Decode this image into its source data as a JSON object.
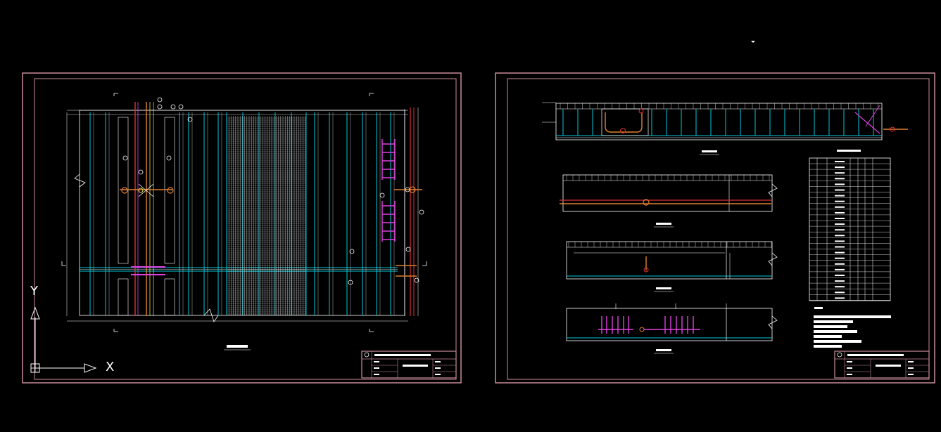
{
  "colors": {
    "background": "#000000",
    "sheet_frame": "#c78c9a",
    "white_line": "#ffffff",
    "cyan_line": "#00c8d8",
    "red_line": "#e03030",
    "magenta_line": "#e040e0",
    "orange_line": "#e08030",
    "yellow_line": "#e0e040"
  },
  "ucs": {
    "x_label": "X",
    "y_label": "Y",
    "icon": "ucs-axis-icon"
  },
  "cursor_icon": "crosshair-cursor-icon",
  "sheets": [
    {
      "id": "plan-sheet",
      "view_captions": [],
      "title_block": "title-block"
    },
    {
      "id": "section-sheet",
      "view_captions": [],
      "table": "material-table",
      "notes": "notes-block",
      "title_block": "title-block"
    }
  ]
}
